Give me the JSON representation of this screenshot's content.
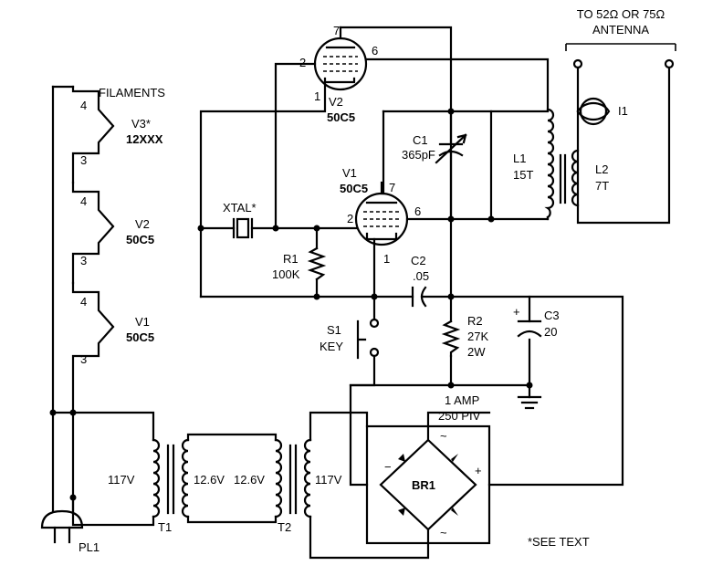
{
  "antenna": {
    "line1": "TO 52Ω OR 75Ω",
    "line2": "ANTENNA"
  },
  "filaments": {
    "title": "FILAMENTS",
    "taps": [
      "4",
      "3",
      "4",
      "3",
      "4",
      "3"
    ],
    "tubes": [
      {
        "name": "V3*",
        "type": "12XXX"
      },
      {
        "name": "V2",
        "type": "50C5"
      },
      {
        "name": "V1",
        "type": "50C5"
      }
    ]
  },
  "v2": {
    "name": "V2",
    "type": "50C5",
    "pins": [
      "7",
      "2",
      "6",
      "1"
    ]
  },
  "v1": {
    "name": "V1",
    "type": "50C5",
    "pins": [
      "7",
      "2",
      "6",
      "1"
    ]
  },
  "xtal": "XTAL*",
  "c1": {
    "name": "C1",
    "value": "365pF"
  },
  "l1": {
    "name": "L1",
    "value": "15T"
  },
  "l2": {
    "name": "L2",
    "value": "7T"
  },
  "i1": "I1",
  "r1": {
    "name": "R1",
    "value": "100K"
  },
  "c2": {
    "name": "C2",
    "value": ".05"
  },
  "s1": {
    "name": "S1",
    "value": "KEY"
  },
  "r2": {
    "name": "R2",
    "value": "27K",
    "power": "2W"
  },
  "c3": {
    "name": "C3",
    "value": "20",
    "polarity": "+"
  },
  "br1": {
    "name": "BR1",
    "rating1": "1 AMP",
    "rating2": "250 PIV",
    "minus": "−",
    "plus": "+",
    "ac1": "~",
    "ac2": "~"
  },
  "t1": {
    "name": "T1",
    "primary": "117V",
    "secondary": "12.6V"
  },
  "t2": {
    "name": "T2",
    "primary": "12.6V",
    "secondary": "117V"
  },
  "pl1": "PL1",
  "note": "*SEE TEXT"
}
